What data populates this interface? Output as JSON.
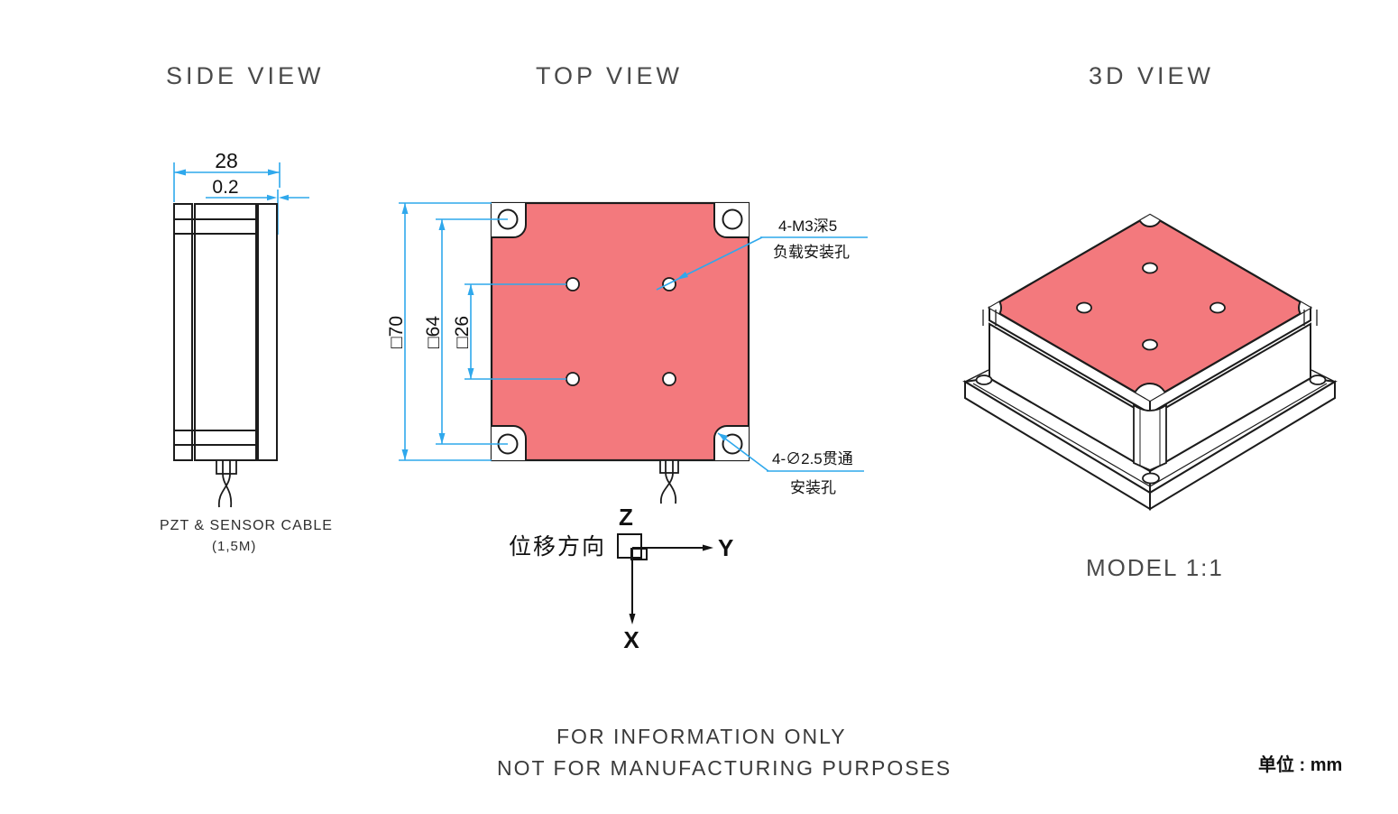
{
  "drawing": {
    "views": {
      "side": {
        "title": "SIDE VIEW",
        "dim_width": "28",
        "dim_step": "0.2",
        "cable_line1": "PZT & SENSOR CABLE",
        "cable_line2": "(1,5M)"
      },
      "top": {
        "title": "TOP VIEW",
        "dim_outer": "□70",
        "dim_mid": "□64",
        "dim_inner": "□26",
        "callout_load_line1": "4-M3深5",
        "callout_load_line2": "负载安装孔",
        "callout_through_line1": "4-∅2.5贯通",
        "callout_through_line2": "安装孔",
        "displacement_label": "位移方向",
        "axis_x": "X",
        "axis_y": "Y",
        "axis_z": "Z"
      },
      "three_d": {
        "title": "3D VIEW",
        "scale_label": "MODEL 1:1"
      }
    },
    "footer": {
      "note_line1": "FOR INFORMATION ONLY",
      "note_line2": "NOT FOR MANUFACTURING PURPOSES",
      "unit_label": "单位 : mm"
    },
    "colors": {
      "plate_pink": "#F3797D",
      "dimension_blue": "#2FA8EC",
      "line_dark": "#1C1C1C"
    }
  }
}
